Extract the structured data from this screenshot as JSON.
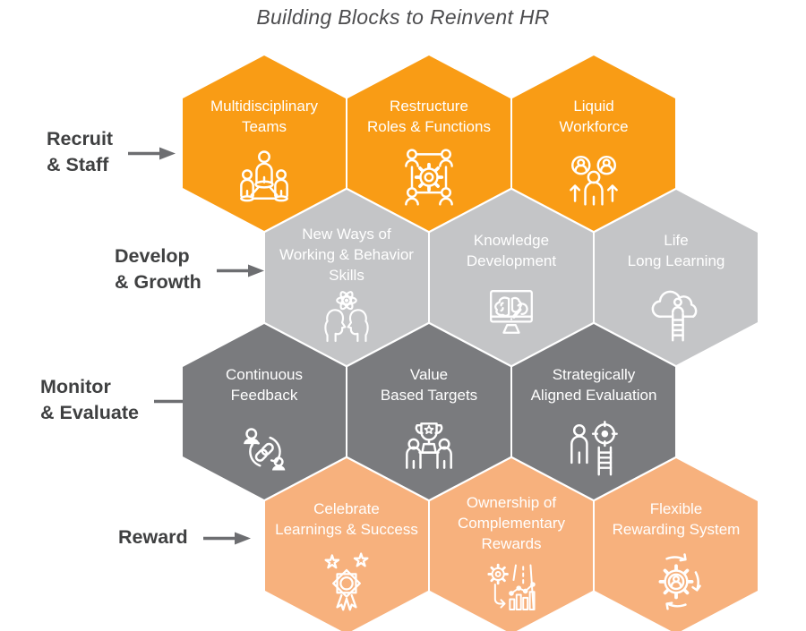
{
  "title": "Building Blocks to Reinvent HR",
  "colors": {
    "row_recruit": "#F99C15",
    "row_develop": "#C4C5C7",
    "row_monitor": "#7A7B7E",
    "row_reward": "#F7B17D",
    "hex_text": "#FFFFFF",
    "label_text": "#3F4041",
    "arrow": "#6D6E71",
    "title_text": "#4D4D4F"
  },
  "rows": [
    {
      "label_lines": [
        "Recruit",
        "& Staff"
      ],
      "color": "#F99C15",
      "hexes": [
        {
          "lines": [
            "Multidisciplinary",
            "Teams"
          ],
          "icon": "team-network-icon"
        },
        {
          "lines": [
            "Restructure",
            "Roles & Functions"
          ],
          "icon": "people-gear-network-icon"
        },
        {
          "lines": [
            "Liquid",
            "Workforce"
          ],
          "icon": "person-avatars-arrows-icon"
        }
      ]
    },
    {
      "label_lines": [
        "Develop",
        "& Growth"
      ],
      "color": "#C4C5C7",
      "hexes": [
        {
          "lines": [
            "New Ways of",
            "Working & Behavior",
            "Skills"
          ],
          "icon": "atom-heads-icon"
        },
        {
          "lines": [
            "Knowledge",
            "Development"
          ],
          "icon": "monitor-brain-wrench-icon"
        },
        {
          "lines": [
            "Life",
            "Long Learning"
          ],
          "icon": "cloud-ladder-icon"
        }
      ]
    },
    {
      "label_lines": [
        "Monitor",
        "& Evaluate"
      ],
      "color": "#7A7B7E",
      "hexes": [
        {
          "lines": [
            "Continuous",
            "Feedback"
          ],
          "icon": "people-link-cycle-icon"
        },
        {
          "lines": [
            "Value",
            "Based Targets"
          ],
          "icon": "trophy-people-icon"
        },
        {
          "lines": [
            "Strategically",
            "Aligned Evaluation"
          ],
          "icon": "person-ladder-target-icon"
        }
      ]
    },
    {
      "label_lines": [
        "Reward"
      ],
      "color": "#F7B17D",
      "hexes": [
        {
          "lines": [
            "Celebrate",
            "Learnings & Success"
          ],
          "icon": "rosette-stars-icon"
        },
        {
          "lines": [
            "Ownership of",
            "Complementary",
            "Rewards"
          ],
          "icon": "gear-chart-path-icon"
        },
        {
          "lines": [
            "Flexible",
            "Rewarding System"
          ],
          "icon": "gear-person-cycle-icon"
        }
      ]
    }
  ]
}
